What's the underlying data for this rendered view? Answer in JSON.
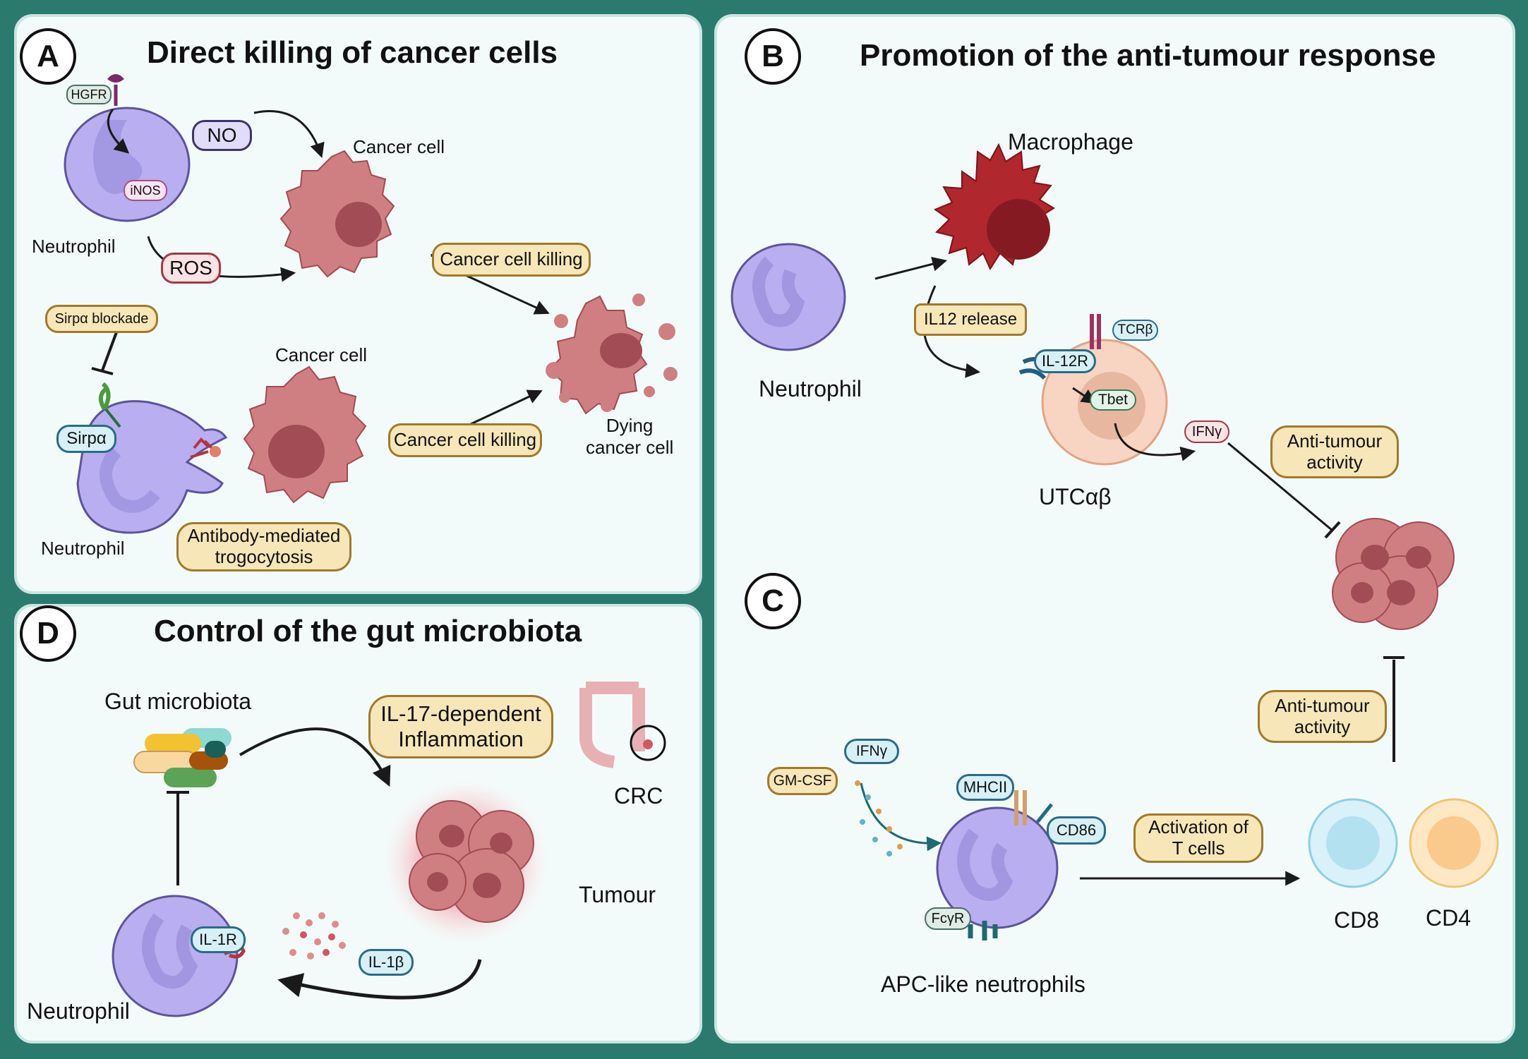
{
  "panel_a": {
    "badge": "A",
    "title": "Direct killing of cancer cells",
    "hgfr": "HGFR",
    "inos": "iNOS",
    "no": "NO",
    "ros": "ROS",
    "neutrophil_1": "Neutrophil",
    "cancer_cell_1": "Cancer cell",
    "cancer_cell_killing_1": "Cancer cell killing",
    "sirpa_blockade": "Sirpα blockade",
    "sirpa": "Sirpα",
    "cancer_cell_2": "Cancer cell",
    "neutrophil_2": "Neutrophil",
    "trogocytosis_line1": "Antibody-mediated",
    "trogocytosis_line2": "trogocytosis",
    "cancer_cell_killing_2": "Cancer cell killing",
    "dying_line1": "Dying",
    "dying_line2": "cancer cell"
  },
  "panel_b": {
    "badge": "B",
    "title": "Promotion of the anti-tumour response",
    "macrophage": "Macrophage",
    "neutrophil": "Neutrophil",
    "il12_release": "IL12 release",
    "tcrb": "TCRβ",
    "il12r": "IL-12R",
    "tbet": "Tbet",
    "ifng": "IFNγ",
    "utc": "UTCαβ",
    "anti_tumour_line1": "Anti-tumour",
    "anti_tumour_line2": "activity"
  },
  "panel_c": {
    "badge": "C",
    "gmcsf": "GM-CSF",
    "ifng": "IFNγ",
    "mhcii": "MHCII",
    "cd86": "CD86",
    "fcgr": "FcγR",
    "apc_neutrophils": "APC-like neutrophils",
    "activation_line1": "Activation of",
    "activation_line2": "T cells",
    "cd8": "CD8",
    "cd4": "CD4",
    "anti_tumour_line1": "Anti-tumour",
    "anti_tumour_line2": "activity"
  },
  "panel_d": {
    "badge": "D",
    "title": "Control of the gut microbiota",
    "gut_microbiota": "Gut microbiota",
    "il17_line1": "IL-17-dependent",
    "il17_line2": "Inflammation",
    "crc": "CRC",
    "tumour": "Tumour",
    "il1r": "IL-1R",
    "il1b": "IL-1β",
    "neutrophil": "Neutrophil"
  },
  "colors": {
    "frame": "#2a7a6e",
    "panel_bg": "#f3fbfa",
    "neutrophil": "#b8aef0",
    "cancer_cell": "#cf7f82",
    "macrophage": "#b1272e",
    "pill_yellow": "#f7e6b8",
    "pill_blue": "#d6f0f6"
  }
}
